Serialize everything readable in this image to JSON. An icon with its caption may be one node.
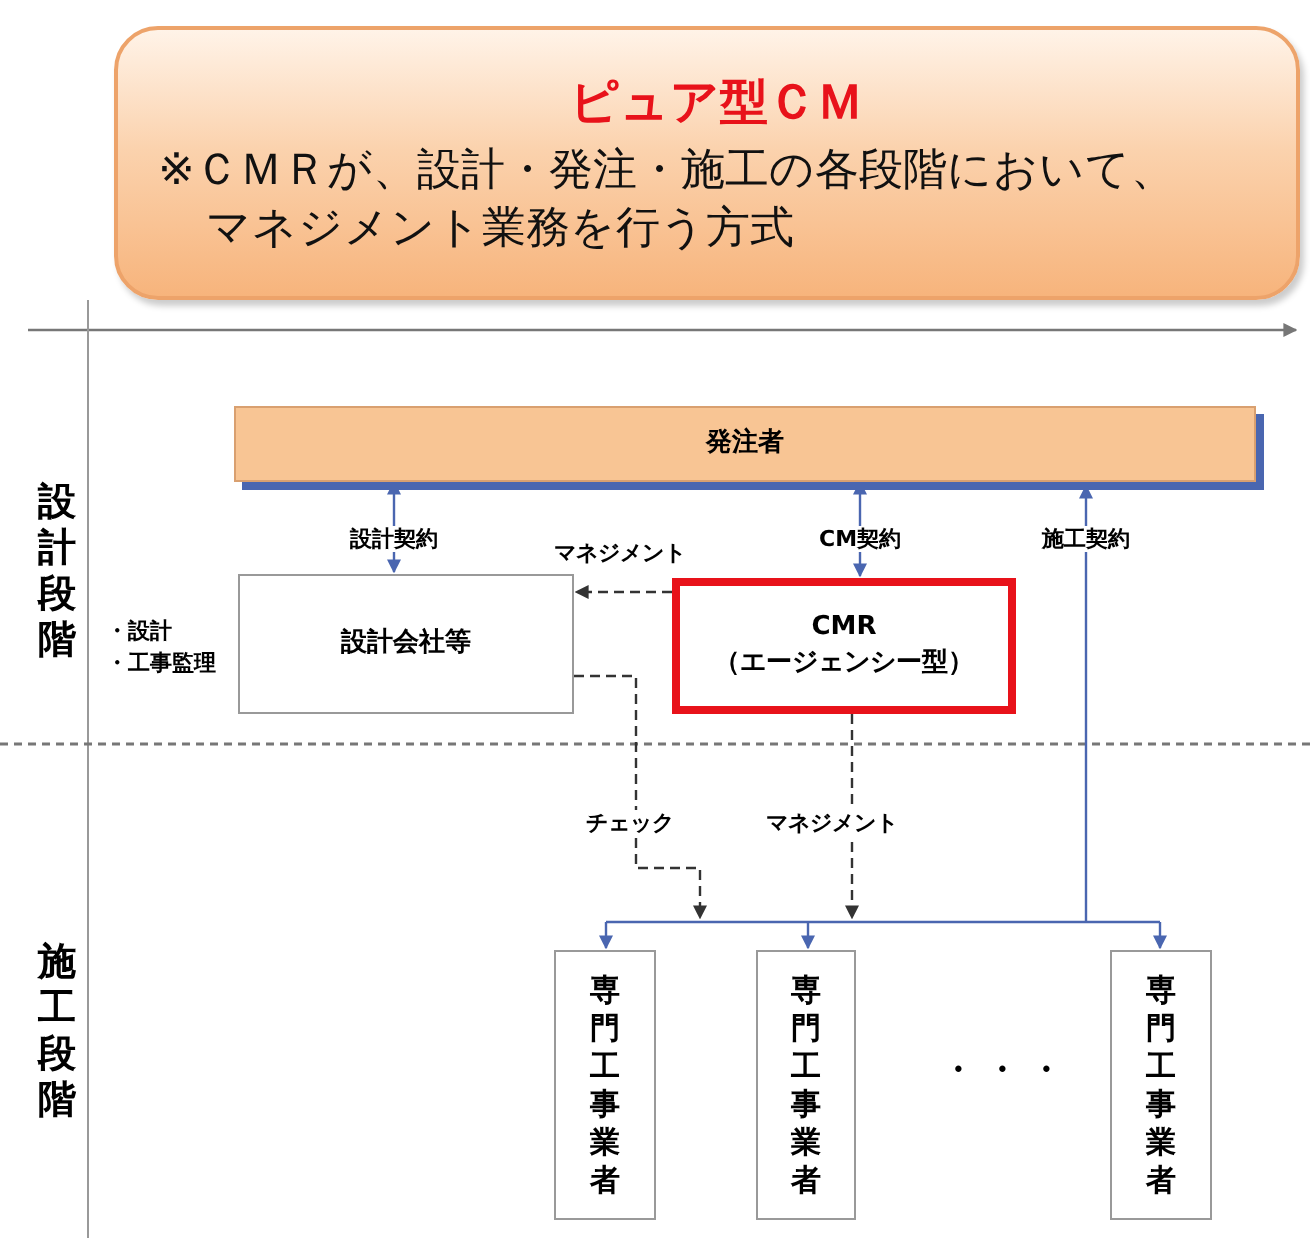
{
  "diagram": {
    "nodes": [
      {
        "text": [
          "ピュア型ＣＭ",
          "※ＣＭＲが、設計・発注・施工の各段階において、マネジメント業務を行う方式"
        ]
      },
      {
        "text": [
          "発注者"
        ]
      },
      {
        "text": [
          "設計会社等"
        ],
        "beside": [
          "・設計",
          "・工事監理"
        ]
      },
      {
        "text": [
          "CMR",
          "（エージェンシー型）"
        ]
      },
      {
        "text": [
          "専門工事業者"
        ]
      },
      {
        "text": [
          "専門工事業者"
        ]
      },
      {
        "text": [
          "専門工事業者"
        ]
      }
    ],
    "edges": [
      {
        "from": 1,
        "to": 2,
        "arrow": "both",
        "label": "設計契約"
      },
      {
        "from": 3,
        "to": 2,
        "arrow": "to",
        "label": "マネジメント",
        "style": "dashed",
        "color": "#333333"
      },
      {
        "from": 1,
        "to": 3,
        "arrow": "both",
        "label": "CM契約"
      },
      {
        "from": 1,
        "to": 4,
        "arrow": "both",
        "label": "施工契約"
      },
      {
        "from": 1,
        "to": 5,
        "arrow": "both"
      },
      {
        "from": 1,
        "to": 6,
        "arrow": "both"
      },
      {
        "from": 2,
        "to": null,
        "arrow": "to",
        "label": "チェック",
        "style": "dashed",
        "color": "#333333"
      },
      {
        "from": 3,
        "to": 5,
        "arrow": "to",
        "label": "マネジメント",
        "style": "dashed",
        "color": "#333333"
      }
    ],
    "labels": [
      "設計段階",
      "施工段階",
      "・・・"
    ]
  }
}
